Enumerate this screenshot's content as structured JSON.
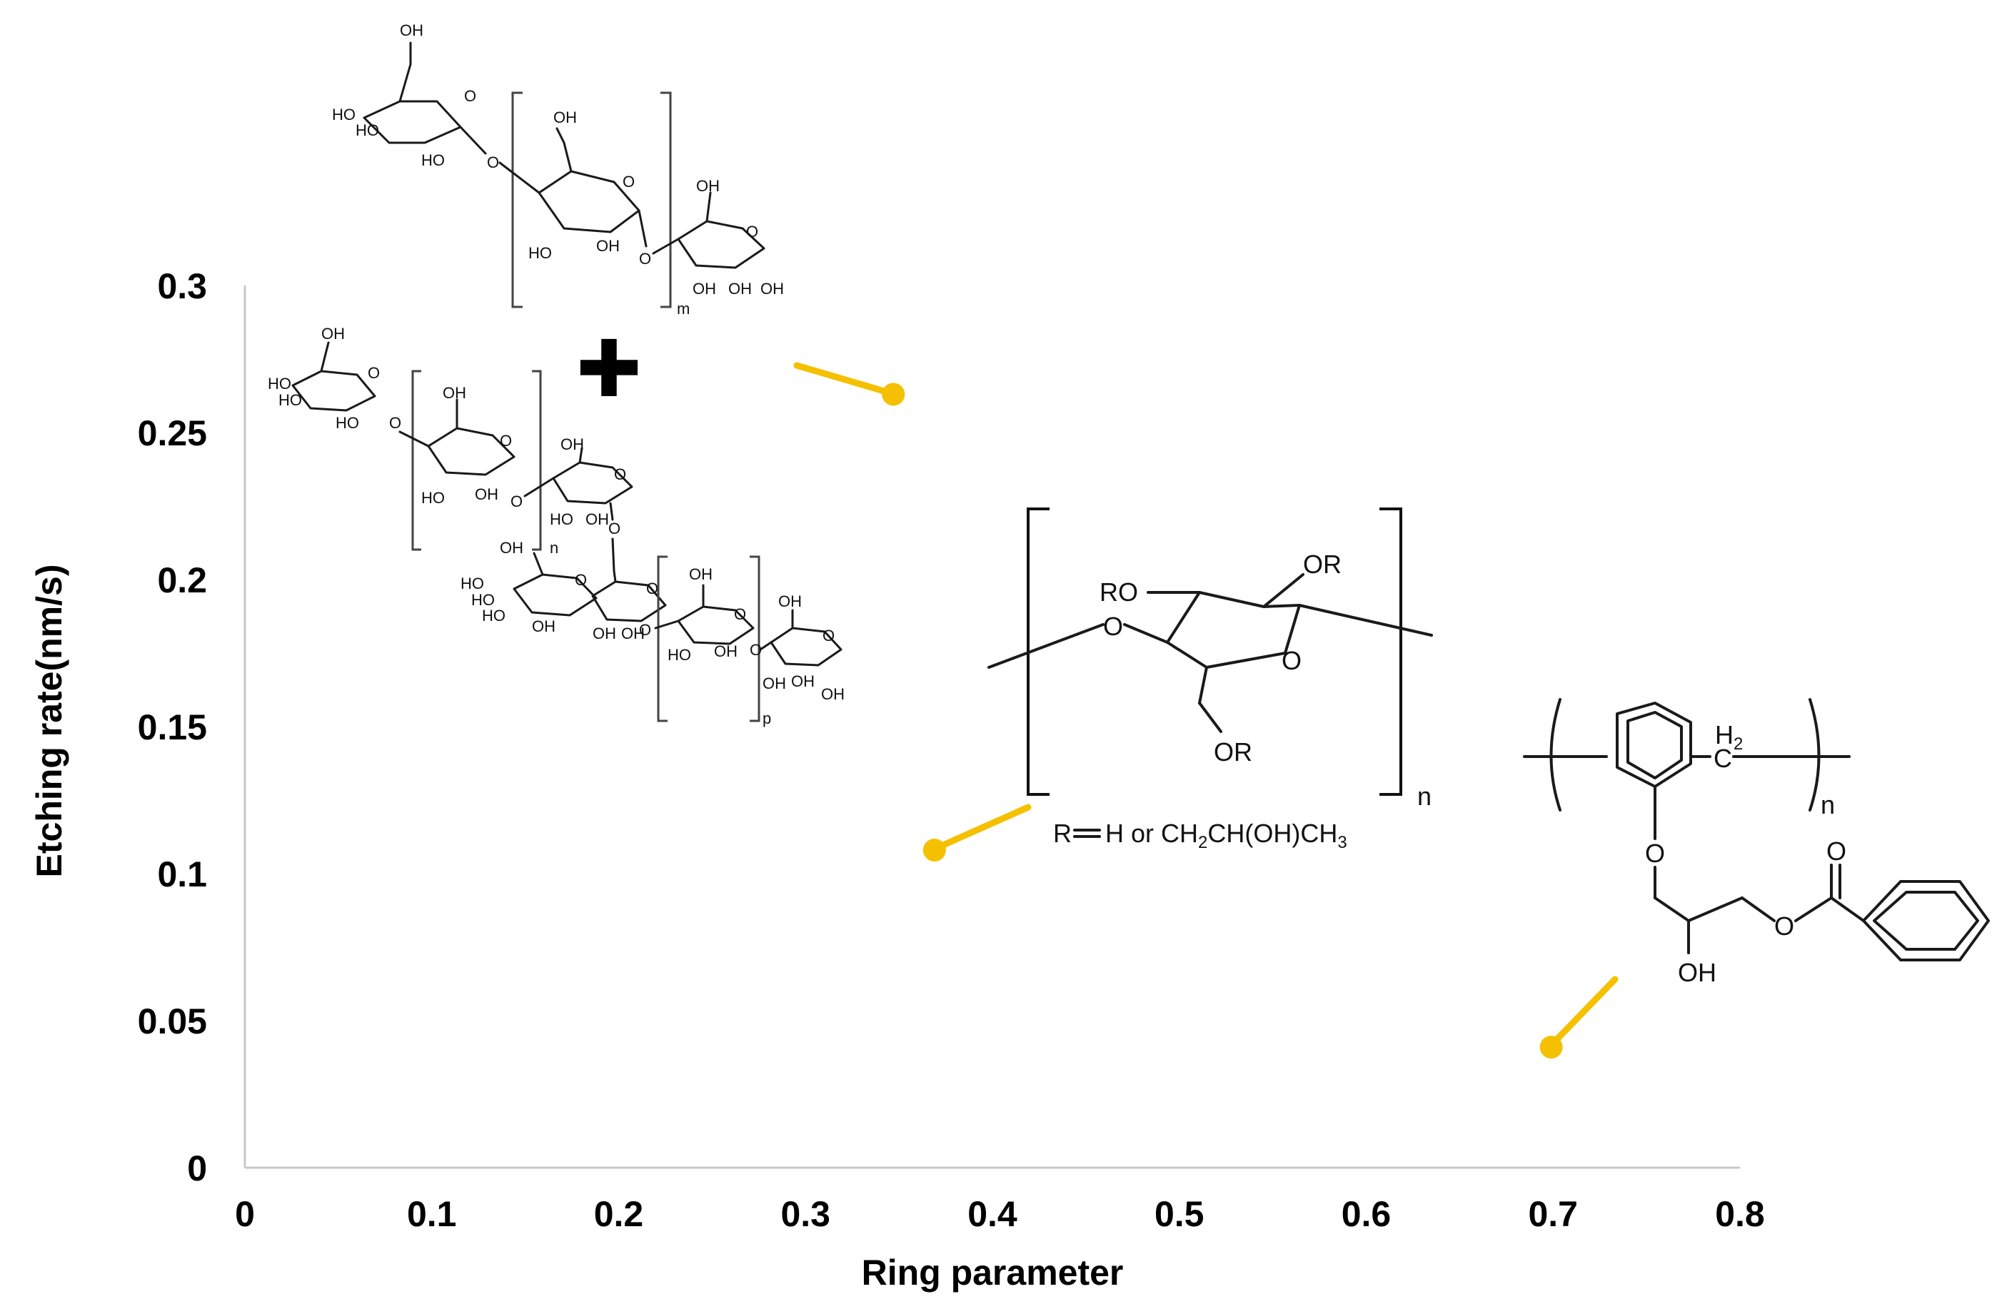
{
  "chart_data": {
    "type": "scatter",
    "xlabel": "Ring parameter",
    "ylabel": "Etching rate(nm/s)",
    "xlim": [
      0,
      0.8
    ],
    "ylim": [
      0,
      0.3
    ],
    "x_ticks": [
      "0",
      "0.1",
      "0.2",
      "0.3",
      "0.4",
      "0.5",
      "0.6",
      "0.7",
      "0.8"
    ],
    "y_ticks": [
      "0",
      "0.05",
      "0.1",
      "0.15",
      "0.2",
      "0.25",
      "0.3"
    ],
    "grid": false,
    "point_color": "#F5C000",
    "points": [
      {
        "x": 0.347,
        "y": 0.263
      },
      {
        "x": 0.369,
        "y": 0.108
      },
      {
        "x": 0.699,
        "y": 0.041
      }
    ],
    "annotations": {
      "dextrin": {
        "repeat_m": "m",
        "repeat_n": "n",
        "repeat_p": "p",
        "plus": "✚",
        "oh": "OH",
        "ho": "HO",
        "o": "O"
      },
      "cellulose": {
        "ro": "RO",
        "or": "OR",
        "o": "O",
        "repeat": "n",
        "r_prefix": "R",
        "r_rest": "H or CH",
        "r_sub": "2",
        "r_mid": "CH(OH)CH",
        "r_sub2": "3"
      },
      "resin": {
        "h": "H",
        "h_sub": "2",
        "c": "C",
        "o": "O",
        "oh": "OH",
        "repeat": "n"
      }
    }
  }
}
